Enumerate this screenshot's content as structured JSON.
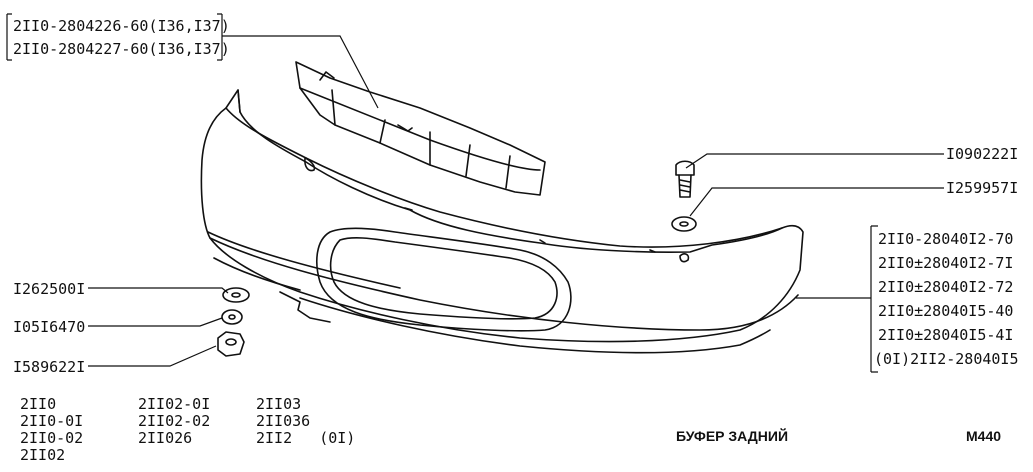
{
  "callouts": {
    "bar_left": [
      "2II0-2804226-60(I36,I37)",
      "2II0-2804227-60(I36,I37)"
    ],
    "bolt": "I090222I",
    "washer_right": "I259957I",
    "bumper": [
      "2II0-28040I2-70",
      "2II0±28040I2-7I",
      "2II0±28040I2-72",
      "2II0±28040I5-40",
      "2II0±28040I5-4I",
      "(0I)2II2-28040I5"
    ],
    "washer_left": "I262500I",
    "spring_washer": "I05I6470",
    "nut": "I589622I"
  },
  "models": {
    "col1": [
      "2II0",
      "2II0-0I",
      "2II0-02",
      "2II02"
    ],
    "col2": [
      "2II02-0I",
      "2II02-02",
      "2II026"
    ],
    "col3": [
      "2II03",
      "2II036",
      "2II2   (0I)"
    ]
  },
  "title": "БУФЕР ЗАДНИЙ",
  "code": "M440"
}
